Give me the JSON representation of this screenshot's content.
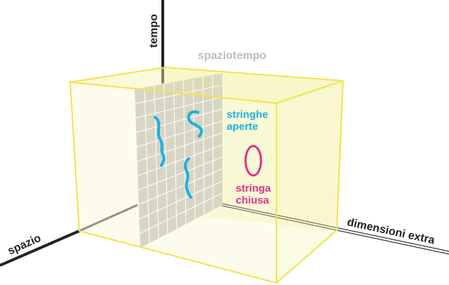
{
  "title": "spaziotempo",
  "axes": {
    "time": "tempo",
    "space": "spazio",
    "extra": "dimensioni extra"
  },
  "labels": {
    "open_line1": "stringhe",
    "open_line2": "aperte",
    "closed_line1": "stringa",
    "closed_line2": "chiusa"
  },
  "colors": {
    "box": "#f2e34a",
    "box_fill": "#fbfbdc",
    "open_string": "#1eb0e0",
    "closed_string": "#e0308a",
    "brane": "#c9c7c7",
    "title": "#bdbdbd"
  }
}
